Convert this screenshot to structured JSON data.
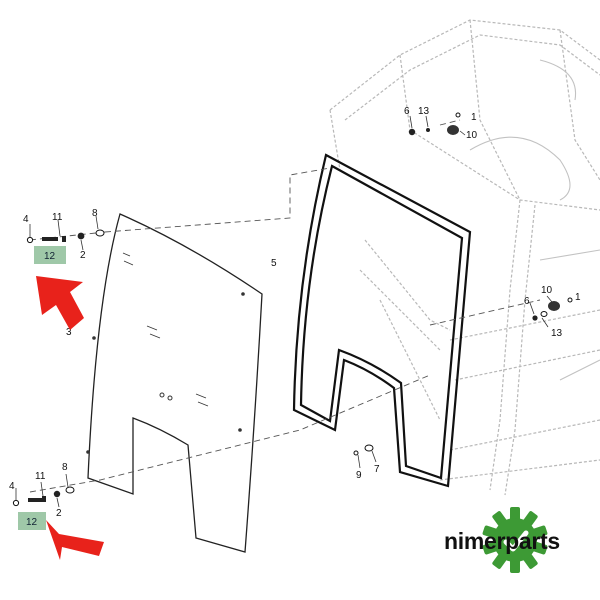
{
  "labels": {
    "callout_1_top": "1",
    "callout_1_bottom": "1",
    "callout_2_top": "2",
    "callout_2_bottom": "2",
    "callout_3": "3",
    "callout_4_top": "4",
    "callout_4_bottom": "4",
    "callout_5": "5",
    "callout_6_top": "6",
    "callout_6_bottom": "6",
    "callout_7": "7",
    "callout_8_top": "8",
    "callout_8_bottom": "8",
    "callout_9": "9",
    "callout_10_top": "10",
    "callout_10_bottom": "10",
    "callout_11_top": "11",
    "callout_11_bottom": "11",
    "callout_12_top": "12",
    "callout_12_bottom": "12",
    "callout_13_top": "13",
    "callout_13_bottom": "13"
  },
  "highlight_color": "#9fc8a8",
  "arrow_color": "#e8221b",
  "brand": {
    "name": "nimerparts",
    "logo_color": "#3d9a35"
  }
}
